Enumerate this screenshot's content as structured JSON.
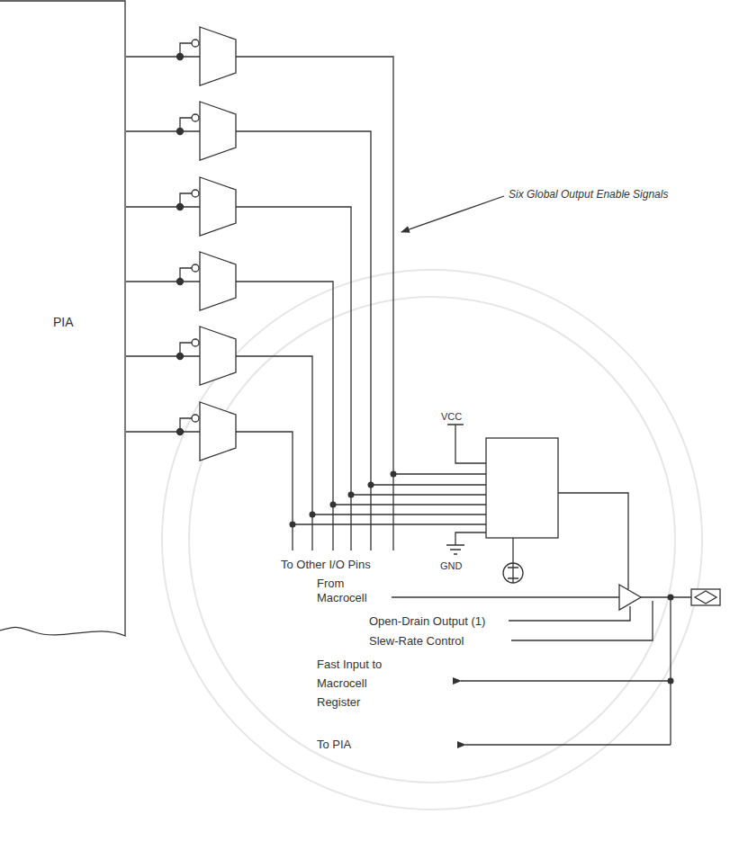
{
  "diagram": {
    "nodes": [
      {
        "text": [
          "PIA"
        ]
      }
    ],
    "labels": [
      "Six Global Output Enable Signals",
      "VCC",
      "GND",
      "To Other I/O Pins",
      "From Macrocell",
      "Open-Drain Output (1)",
      "Slew-Rate Control",
      "Fast Input to Macrocell Register",
      "To PIA"
    ]
  }
}
